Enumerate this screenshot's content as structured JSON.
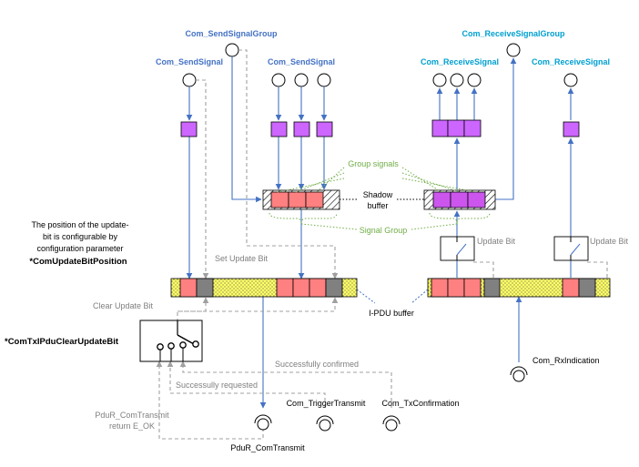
{
  "labels": {
    "com_send_signal_group": "Com_SendSignalGroup",
    "com_receive_signal_group": "Com_ReceiveSignalGroup",
    "com_send_signal_left": "Com_SendSignal",
    "com_send_signal_mid": "Com_SendSignal",
    "com_receive_signal_mid": "Com_ReceiveSignal",
    "com_receive_signal_right": "Com_ReceiveSignal",
    "group_signals": "Group signals",
    "shadow_buffer_line1": "Shadow",
    "shadow_buffer_line2": "buffer",
    "signal_group": "Signal Group",
    "update_bit_left": "Update Bit",
    "update_bit_right": "Update Bit",
    "set_update_bit": "Set Update Bit",
    "clear_update_bit": "Clear Update Bit",
    "ipdu_buffer": "I-PDU buffer",
    "note_line1": "The position of the update-",
    "note_line2": "bit is configurable by",
    "note_line3": "configuration parameter",
    "note_param": "*ComUpdateBitPosition",
    "clear_param": "*ComTxIPduClearUpdateBit",
    "successfully_confirmed": "Successfully confirmed",
    "successfully_requested": "Successully requested",
    "pdur_transmit_return_line1": "PduR_ComTransmit",
    "pdur_transmit_return_line2": "return E_OK",
    "pdur_com_transmit": "PduR_ComTransmit",
    "com_trigger_transmit": "Com_TriggerTransmit",
    "com_tx_confirmation": "Com_TxConfirmation",
    "com_rx_indication": "Com_RxIndication"
  },
  "colors": {
    "blue_line": "#4472c4",
    "gray_dash": "#a0a0a0",
    "green_dotted": "#70ad47",
    "signal_purple": "#cc66ff",
    "group_purple": "#cc55ee",
    "signal_red": "#ff8080",
    "update_bit_gray": "#808080",
    "ipdu_yellow": "#ffff66",
    "send_label": "#4472c4",
    "receive_label": "#00a0d0"
  }
}
